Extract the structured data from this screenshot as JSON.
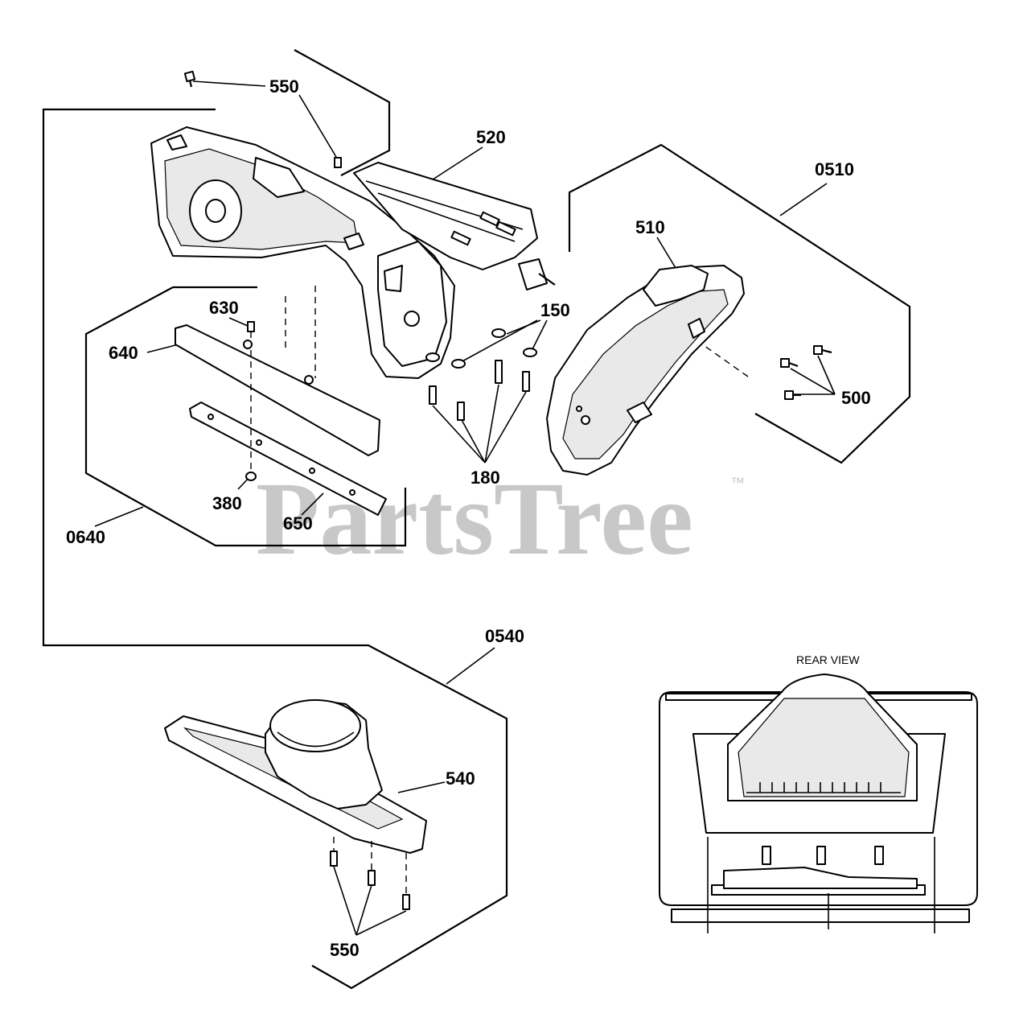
{
  "diagram": {
    "labels": {
      "bolt_top": "550",
      "gearbox": "520",
      "cover_assembly": "0510",
      "cover": "510",
      "washers": "150",
      "bolts": "180",
      "nut_screws": "500",
      "screw_630": "630",
      "scraper_upper": "640",
      "scraper_assembly": "0640",
      "nut_380": "380",
      "scraper_lower": "650",
      "housing_assembly": "0540",
      "chute_base": "540",
      "bolt_bottom": "550"
    },
    "rear_view_label": "REAR VIEW",
    "watermark": "PartsTree",
    "trademark": "™"
  }
}
